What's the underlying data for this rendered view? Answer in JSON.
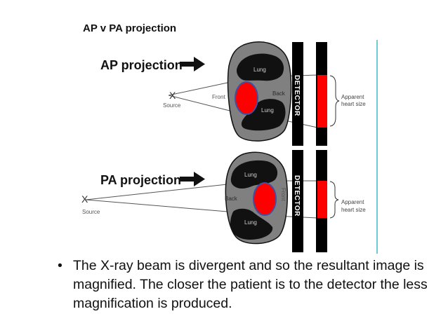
{
  "diagram": {
    "title": "AP v PA projection",
    "ap": {
      "heading": "AP projection",
      "source_mark": "X",
      "source_label": "Source",
      "front_label": "Front",
      "back_label": "Back",
      "lung_upper": "Lung",
      "lung_lower": "Lung",
      "detector_label": "DETECTOR",
      "apparent_line1": "Apparent",
      "apparent_line2": "heart size"
    },
    "pa": {
      "heading": "PA projection",
      "source_mark": "X",
      "source_label": "Source",
      "front_label": "Front",
      "back_label": "Back",
      "lung_upper": "Lung",
      "lung_lower": "Lung",
      "detector_label": "DETECTOR",
      "apparent_line1": "Apparent",
      "apparent_line2": "heart size"
    },
    "colors": {
      "heart": "#ff0000",
      "body": "#808080",
      "lung": "#111111",
      "detector": "#000000",
      "guide_line": "#40b8c8"
    }
  },
  "bullet": {
    "symbol": "•",
    "text": "The X-ray beam is divergent and so the resultant image is magnified. The closer the patient is to the detector the less magnification is produced."
  }
}
